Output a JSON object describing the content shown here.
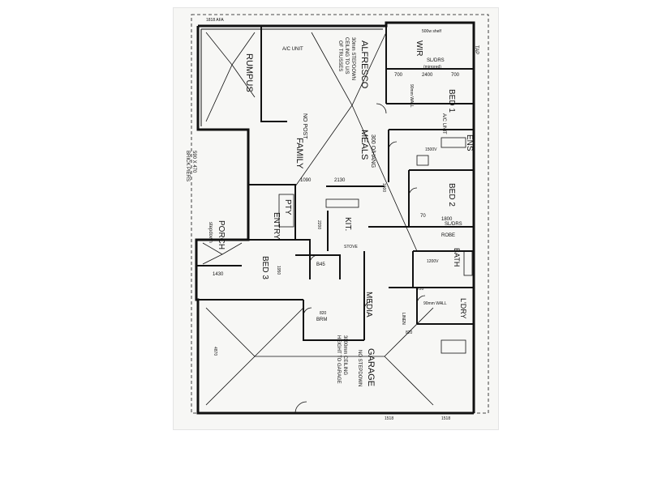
{
  "rooms": {
    "alfresco": "ALFRESCO",
    "alfresco_note1": "30mm STEPDOWN",
    "alfresco_note2": "CEILING TO U/S",
    "alfresco_note3": "OF TRUSSES",
    "rumpus": "RUMPUS",
    "family": "FAMILY",
    "meals": "MEALS",
    "kit": "KIT.",
    "pty": "PTY",
    "entry": "ENTRY",
    "porch": "PORCH",
    "porch_note": "stepdown",
    "bed1": "BED 1",
    "bed2": "BED 2",
    "bed3": "BED 3",
    "ens": "ENS",
    "wir": "WIR",
    "bath": "BATH",
    "ldry": "L'DRY",
    "media": "MEDIA",
    "brm": "BRM",
    "robe": "ROBE",
    "linen": "LINEN",
    "garage": "GARAGE",
    "garage_note1": "NO STEPDOWN",
    "garage_note2": "3000mm CEILING",
    "garage_note3": "HEIGHT TO GARAGE"
  },
  "notes": {
    "ac_unit": "A/C UNIT",
    "ac_unit2": "A/C UNIT",
    "no_post": "NO POST",
    "overhang": "300 O/HANG",
    "sl_drs1": "SL/DRS",
    "mirrored": "(mirrored)",
    "sl_drs2": "SL/DRS",
    "shelf": "500w shelf",
    "wall_90": "90mm WALL",
    "wall_90b": "90mm WALL",
    "brick_piers": "BRICK PIERS",
    "pier_size": "590 X 470",
    "stove": "STOVE",
    "tap": "TAP",
    "b45": "B45"
  },
  "dims": {
    "top_width": "1818 AFA",
    "d2400": "2400",
    "d700a": "700",
    "d700b": "700",
    "d1090": "1090",
    "d2130": "2130",
    "d1800": "1800",
    "d1950": "1950",
    "d1430": "1430",
    "d70": "70",
    "d4870": "4870",
    "d2200": "2200",
    "d1000": "1000",
    "d820a": "820",
    "d820b": "820",
    "d720": "720",
    "d1518a": "1518",
    "d1518b": "1518",
    "d1500v": "1500V",
    "d1200v": "1200V"
  },
  "colors": {
    "ink": "#111111",
    "paper": "#f7f7f5",
    "page": "#ffffff"
  }
}
